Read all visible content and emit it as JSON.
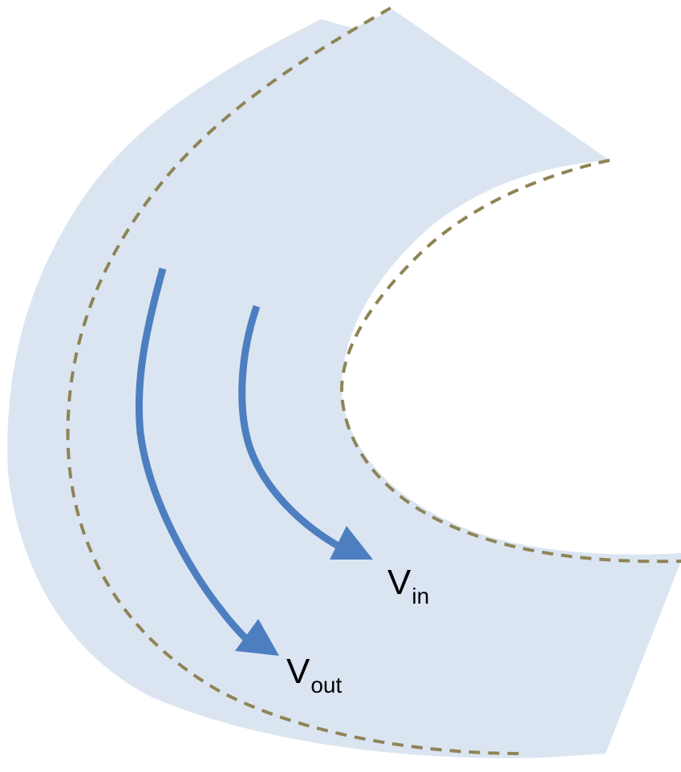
{
  "colors": {
    "channel_fill": "#dbe5f2",
    "dashed_boundary": "#8f8456",
    "flow_arrow": "#4d7fc0",
    "background": "#ffffff"
  },
  "labels": {
    "vin": {
      "main": "V",
      "sub": "in"
    },
    "vout": {
      "main": "V",
      "sub": "out"
    }
  },
  "elements": {
    "channel": "curved-channel-region",
    "outer_boundary": "dashed-outer-streamline",
    "inner_boundary": "dashed-inner-streamline",
    "arrow_inner": "inner-velocity-arrow",
    "arrow_outer": "outer-velocity-arrow"
  }
}
